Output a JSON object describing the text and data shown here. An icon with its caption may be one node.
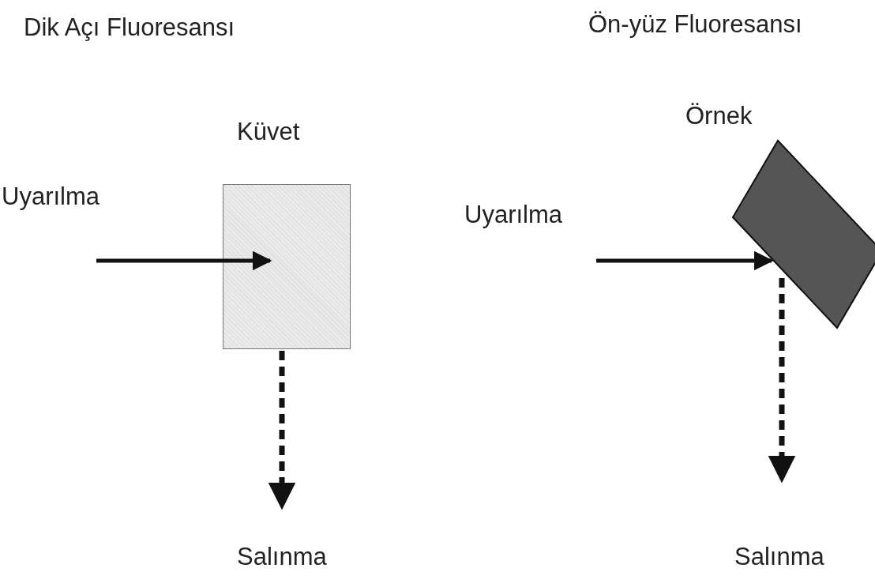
{
  "diagram": {
    "nodes": [
      {
        "text": [
          "Küvet"
        ]
      },
      {
        "text": [
          "Salınma"
        ]
      },
      {
        "text": [
          "Örnek"
        ]
      },
      {
        "text": [
          "Salınma"
        ]
      }
    ],
    "edges": [
      {
        "from": null,
        "to": 0,
        "arrow": "to"
      },
      {
        "from": 0,
        "to": 1,
        "arrow": "to",
        "style": "dashed"
      },
      {
        "from": null,
        "to": 2,
        "arrow": "to"
      },
      {
        "from": 2,
        "to": 3,
        "arrow": "to",
        "style": "dashed"
      }
    ],
    "labels": [
      "Dik Açı Fluoresansı",
      "Ön-yüz Fluoresansı",
      "Uyarılma",
      "Uyarılma"
    ]
  }
}
